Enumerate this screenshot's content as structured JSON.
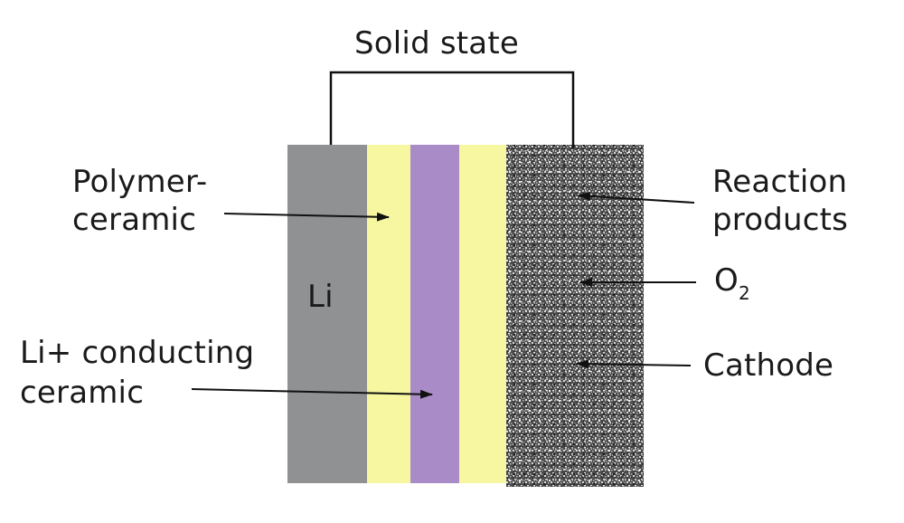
{
  "labels": {
    "solid_state": "Solid state",
    "polymer_ceramic_line1": "Polymer-",
    "polymer_ceramic_line2": "ceramic",
    "li": "Li",
    "li_conducting_line1": "Li+ conducting",
    "li_conducting_line2": "ceramic",
    "reaction_line1": "Reaction",
    "reaction_line2": "products",
    "o2_base": "O",
    "o2_sub": "2",
    "cathode": "Cathode"
  },
  "colors": {
    "lithium": "#8f9192",
    "polymer_ceramic": "#f7f7a1",
    "li_conducting_ceramic": "#a98cc7",
    "cathode_dark": "#3a3a3a",
    "cathode_light": "#d8d8d8",
    "line": "#111111"
  }
}
